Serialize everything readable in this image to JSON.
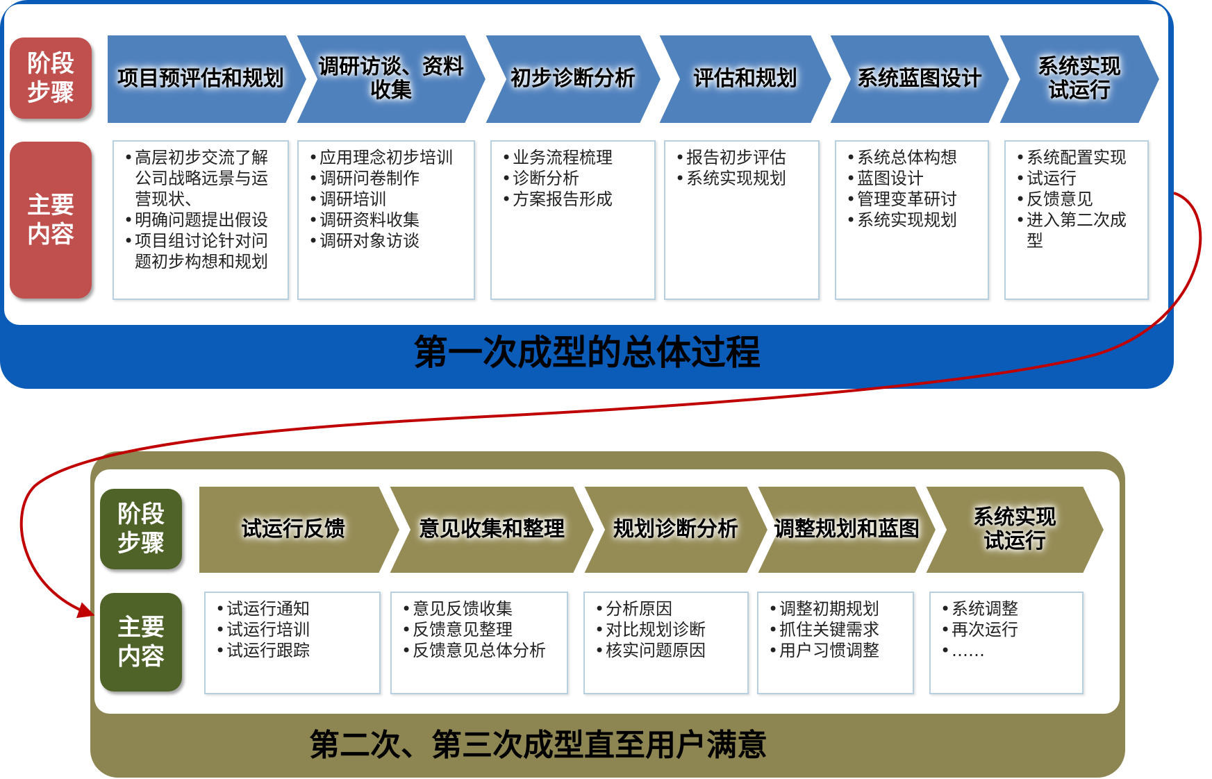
{
  "colors": {
    "blue_panel": "#0a5cb8",
    "blue_chevron": "#4f81bd",
    "red_label": "#c0504d",
    "olive_panel": "#8e8652",
    "olive_chevron": "#958b55",
    "green_label": "#4f6228",
    "arrow": "#c00000"
  },
  "first": {
    "stage_label": "阶段\n步骤",
    "content_label": "主要\n内容",
    "footer": "第一次成型的总体过程",
    "steps": [
      {
        "name": "项目预评估和规划",
        "items": [
          "高层初步交流了解公司战略远景与运营现状、",
          "明确问题提出假设",
          "项目组讨论针对问题初步构想和规划"
        ]
      },
      {
        "name": "调研访谈、资料收集",
        "items": [
          "应用理念初步培训",
          "调研问卷制作",
          "调研培训",
          "调研资料收集",
          "调研对象访谈"
        ]
      },
      {
        "name": "初步诊断分析",
        "items": [
          "业务流程梳理",
          "诊断分析",
          "方案报告形成"
        ]
      },
      {
        "name": "评估和规划",
        "items": [
          "报告初步评估",
          "系统实现规划"
        ]
      },
      {
        "name": "系统蓝图设计",
        "items": [
          "系统总体构想",
          "蓝图设计",
          "管理变革研讨",
          "系统实现规划"
        ]
      },
      {
        "name": "系统实现\n试运行",
        "items": [
          "系统配置实现",
          "试运行",
          "反馈意见",
          "进入第二次成型"
        ]
      }
    ]
  },
  "second": {
    "stage_label": "阶段\n步骤",
    "content_label": "主要\n内容",
    "footer": "第二次、第三次成型直至用户满意",
    "steps": [
      {
        "name": "试运行反馈",
        "items": [
          "试运行通知",
          "试运行培训",
          "试运行跟踪"
        ]
      },
      {
        "name": "意见收集和整理",
        "items": [
          "意见反馈收集",
          "反馈意见整理",
          "反馈意见总体分析"
        ]
      },
      {
        "name": "规划诊断分析",
        "items": [
          "分析原因",
          "对比规划诊断",
          "核实问题原因"
        ]
      },
      {
        "name": "调整规划和蓝图",
        "items": [
          "调整初期规划",
          "抓住关键需求",
          "用户习惯调整"
        ]
      },
      {
        "name": "系统实现\n试运行",
        "items": [
          "系统调整",
          "再次运行",
          "……"
        ]
      }
    ]
  }
}
